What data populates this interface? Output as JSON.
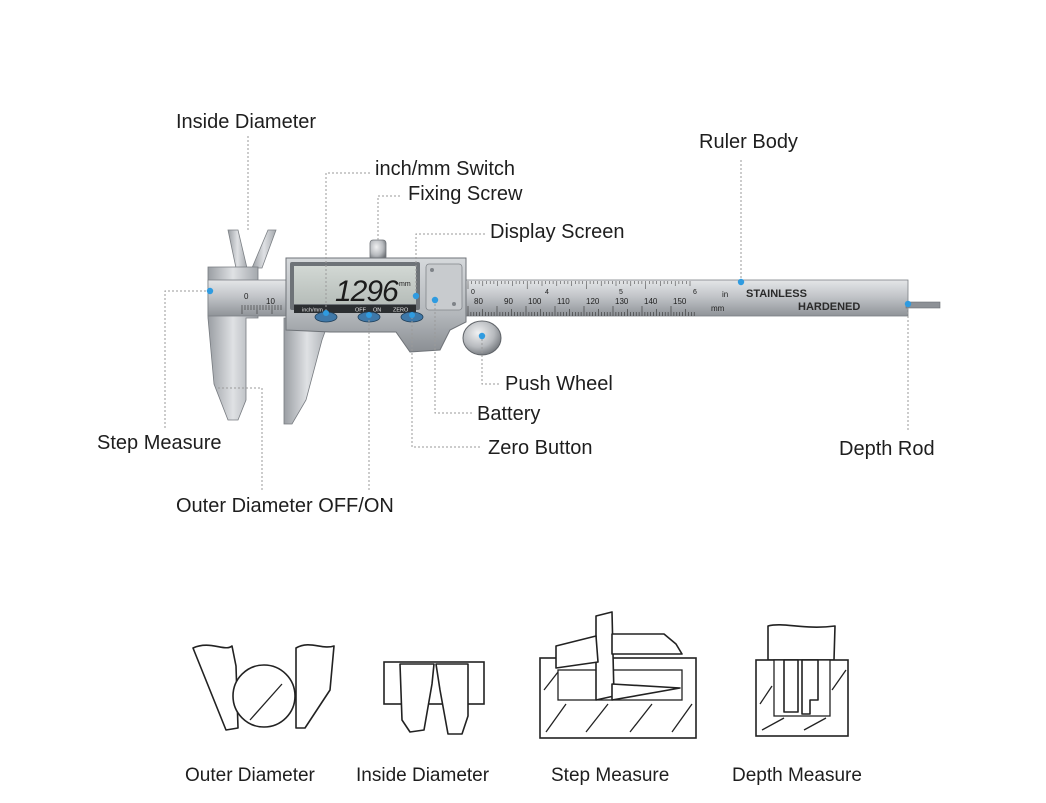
{
  "labels": {
    "inside_diameter": "Inside Diameter",
    "inch_mm_switch": "inch/mm Switch",
    "fixing_screw": "Fixing Screw",
    "display_screen": "Display Screen",
    "ruler_body": "Ruler Body",
    "push_wheel": "Push Wheel",
    "battery": "Battery",
    "zero_button": "Zero Button",
    "step_measure": "Step Measure",
    "outer_diameter_off_on": "Outer Diameter OFF/ON",
    "depth_rod": "Depth Rod"
  },
  "device": {
    "reading": "1296",
    "reading_unit": "mm",
    "button_labels": [
      "inch/mm",
      "OFF",
      "ON",
      "ZERO"
    ],
    "body_text_1": "STAINLESS",
    "body_text_2": "HARDENED",
    "inch_unit": "in",
    "mm_unit": "mm",
    "scale_mm": [
      "0",
      "10",
      "80",
      "90",
      "100",
      "110",
      "120",
      "130",
      "140",
      "150"
    ],
    "scale_in": [
      "0",
      "4",
      "5",
      "6"
    ]
  },
  "captions": [
    "Outer Diameter",
    "Inside Diameter",
    "Step Measure",
    "Depth Measure"
  ],
  "colors": {
    "accent_dot": "#2f9be0",
    "steel": "#b9bcc0",
    "lcd": "#c7cdc9"
  }
}
